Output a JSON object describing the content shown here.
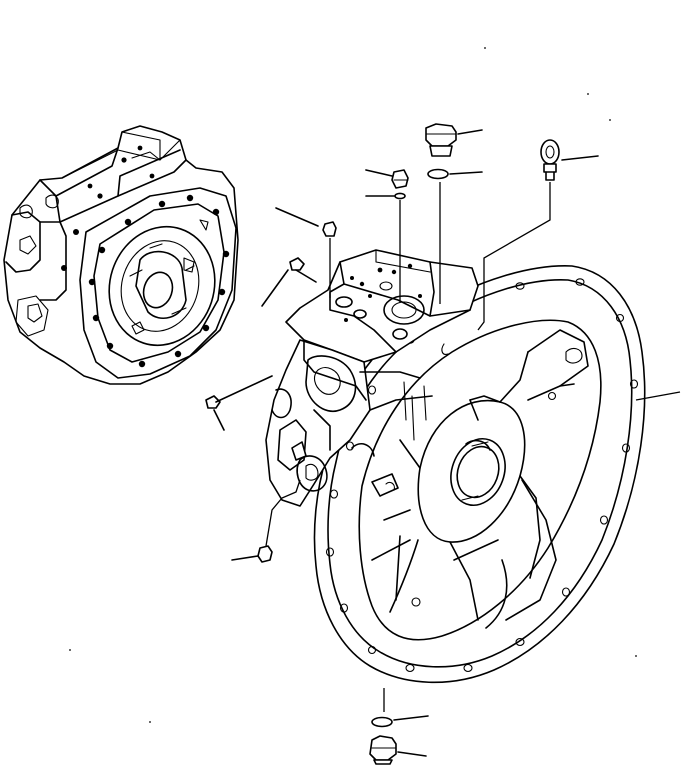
{
  "drawing": {
    "type": "exploded-parts-diagram",
    "background": "#ffffff",
    "line_color": "#000000"
  },
  "parts": {
    "pump_assembly_inset": "pump-assembly-inset",
    "pump_main_body": "pump-main-body",
    "flywheel_housing": "flywheel-housing-flange",
    "top_plug": "top-plug",
    "top_o_ring": "top-o-ring",
    "eye_bolt": "lifting-eye-bolt",
    "small_plug_top": "small-plug",
    "small_o_ring": "small-o-ring",
    "cap_screw_top": "cap-screw",
    "cap_screw_left": "cap-screw-left",
    "cap_screw_side": "cap-screw-side",
    "bottom_fitting": "bottom-fitting",
    "bottom_o_ring": "bottom-o-ring",
    "bottom_plug": "bottom-plug"
  }
}
